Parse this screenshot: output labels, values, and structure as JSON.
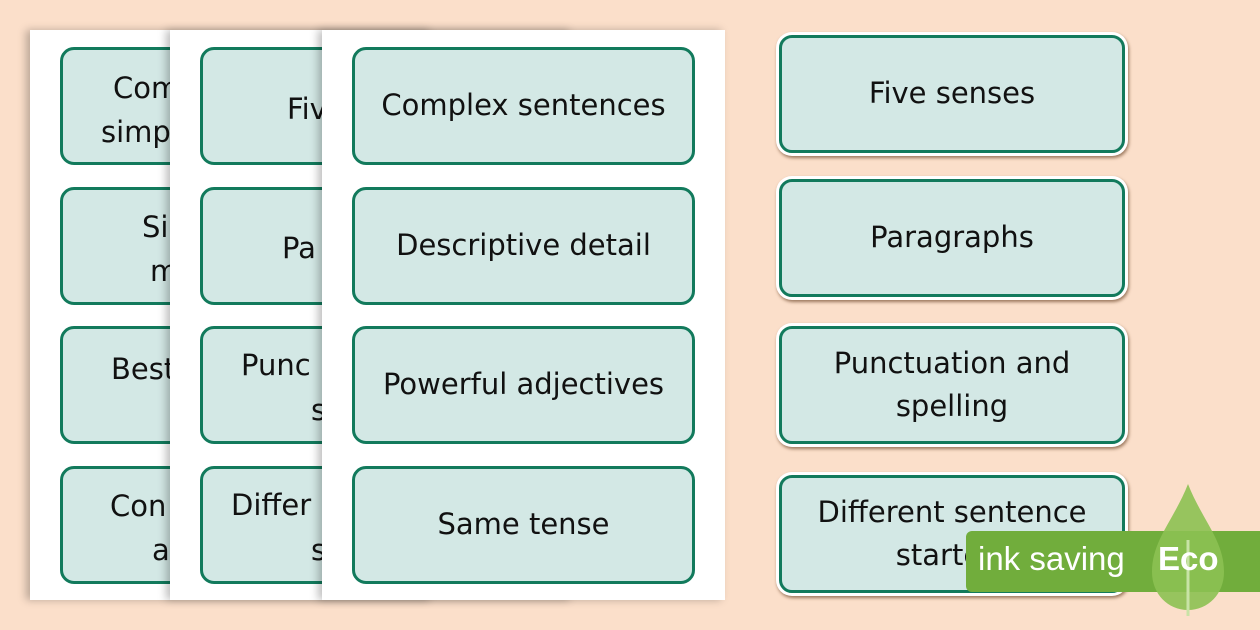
{
  "sheet1": {
    "fragments": [
      [
        "Com",
        "simp"
      ],
      [
        "Si",
        "m"
      ],
      [
        "Best"
      ],
      [
        "Con",
        "a"
      ]
    ]
  },
  "sheet2": {
    "fragments": [
      [
        "Fiv"
      ],
      [
        "Pa"
      ],
      [
        "Punc",
        "s"
      ],
      [
        "Differ",
        "s"
      ]
    ]
  },
  "sheet3": {
    "cards": [
      "Complex sentences",
      "Descriptive detail",
      "Powerful adjectives",
      "Same tense"
    ]
  },
  "right_cards": [
    "Five senses",
    "Paragraphs",
    "Punctuation and\nspelling",
    "Different sentence\nstarters"
  ],
  "badge": {
    "label": "ink saving",
    "brand": "Eco",
    "color": "#71ad3c"
  },
  "colors": {
    "card_fill": "#d3e8e5",
    "card_border": "#127a5c",
    "background": "#fbdfca"
  }
}
